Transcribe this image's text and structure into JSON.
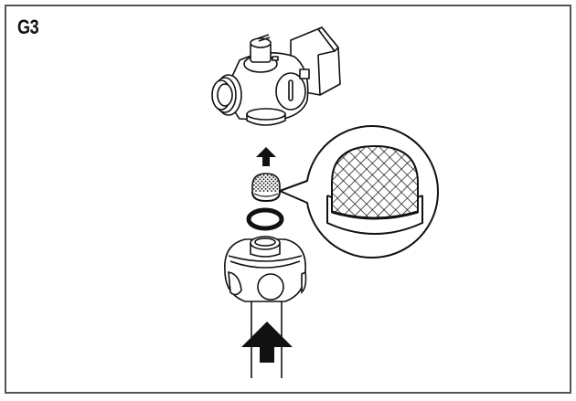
{
  "figure": {
    "step_label": "G3",
    "frame_color": "#555555",
    "line_color": "#111111",
    "background": "#ffffff",
    "components": [
      {
        "id": "angle-valve",
        "description": "Angle valve with threaded outlet and hex nut"
      },
      {
        "id": "up-arrow-small",
        "description": "Small arrow pointing up (insert direction)"
      },
      {
        "id": "filter-screen",
        "description": "Dome-shaped mesh filter screen"
      },
      {
        "id": "gasket-washer",
        "description": "Flat sealing washer"
      },
      {
        "id": "connector-nut",
        "description": "Hose connector nut"
      },
      {
        "id": "hose-pipe",
        "description": "Hose / pipe"
      },
      {
        "id": "up-arrow-large",
        "description": "Large arrow pointing up (assembly direction)"
      },
      {
        "id": "magnified-callout",
        "description": "Magnified view of mesh filter screen"
      }
    ]
  }
}
